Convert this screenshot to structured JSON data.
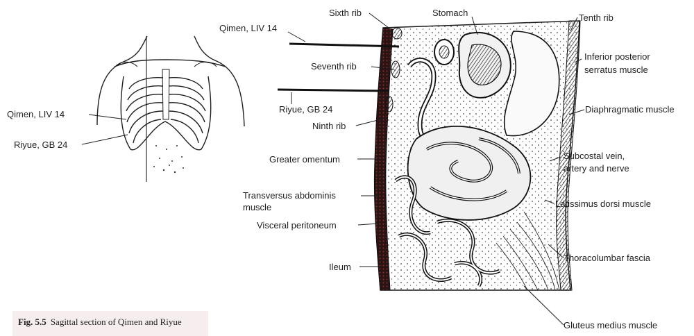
{
  "figure": {
    "caption_number": "Fig. 5.5",
    "caption_text": "Sagittal section of Qimen and Riyue"
  },
  "torso_labels": {
    "qimen": "Qimen, LIV 14",
    "riyue": "Riyue, GB 24"
  },
  "section_labels": {
    "qimen": "Qimen, LIV 14",
    "sixth_rib": "Sixth rib",
    "stomach": "Stomach",
    "tenth_rib": "Tenth rib",
    "inferior_posterior_1": "Inferior posterior",
    "inferior_posterior_2": "serratus muscle",
    "seventh_rib": "Seventh rib",
    "riyue": "Riyue, GB 24",
    "ninth_rib": "Ninth rib",
    "diaphragmatic": "Diaphragmatic muscle",
    "greater_omentum": "Greater omentum",
    "subcostal_1": "Subcostal vein,",
    "subcostal_2": "artery and nerve",
    "transversus_1": "Transversus abdominis",
    "transversus_2": "muscle",
    "latissimus": "Latissimus dorsi muscle",
    "visceral_peritoneum": "Visceral peritoneum",
    "thoracolumbar": "Thoracolumbar fascia",
    "ileum": "Ileum",
    "gluteus": "Gluteus medius muscle"
  }
}
